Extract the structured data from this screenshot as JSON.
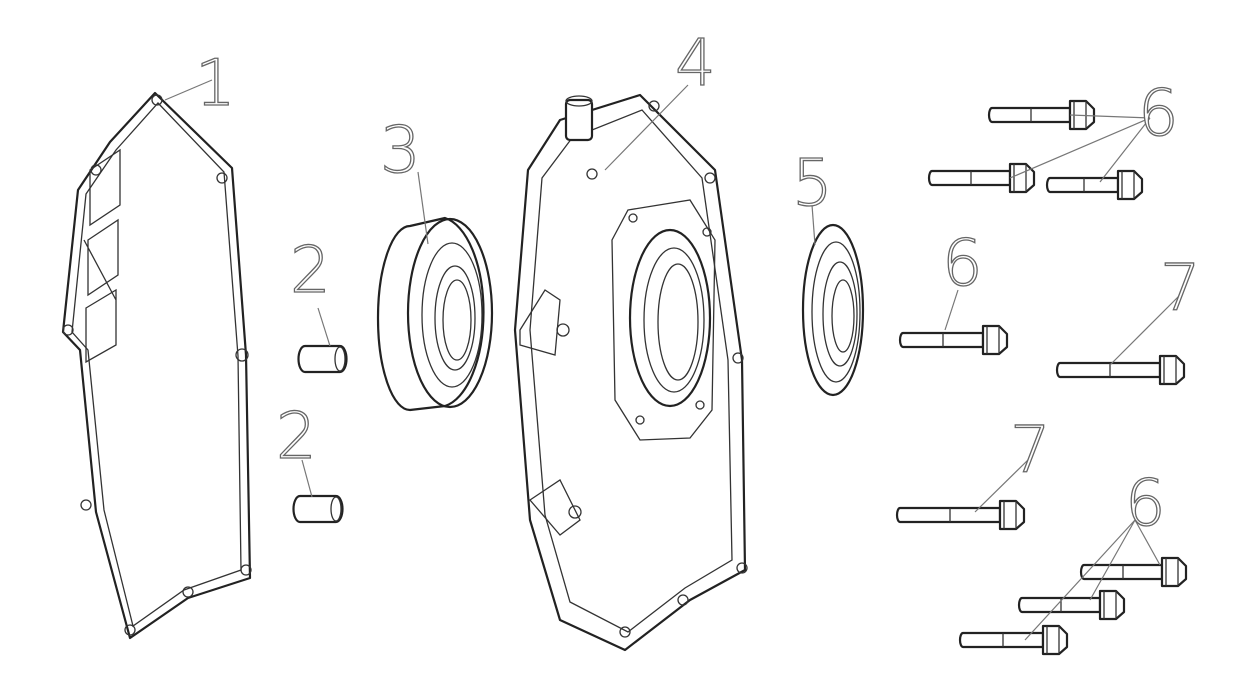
{
  "diagram": {
    "type": "exploded-parts-view",
    "callouts": {
      "gasket": "1",
      "dowel_pin_upper": "2",
      "dowel_pin_lower": "2",
      "bearing": "3",
      "cover": "4",
      "oil_seal": "5",
      "bolt6_top": "6",
      "bolt6_mid": "6",
      "bolt6_bottom": "6",
      "bolt7_right": "7",
      "bolt7_lower": "7"
    }
  }
}
